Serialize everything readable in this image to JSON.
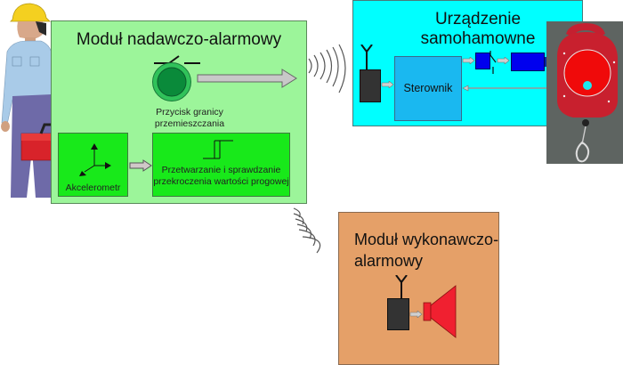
{
  "sender_module": {
    "title": "Moduł nadawczo-alarmowy",
    "button_label_line1": "Przycisk granicy",
    "button_label_line2": "przemieszczania",
    "accelerometer_label": "Akcelerometr",
    "processing_label_line1": "Przetwarzanie i sprawdzanie",
    "processing_label_line2": "przekroczenia wartości progowej",
    "colors": {
      "background": "#9cf59a",
      "subbox": "#18e91a",
      "button": "#0a8a3a"
    }
  },
  "brake_device": {
    "title_line1": "Urządzenie",
    "title_line2": "samohamowne",
    "controller_label": "Sterownik",
    "colors": {
      "background": "#00ffff",
      "controller": "#1ab8f0",
      "actuator": "#0000ee",
      "receiver": "#333333"
    }
  },
  "executive_module": {
    "title_line1": "Moduł wykonawczo-",
    "title_line2": "alarmowy",
    "colors": {
      "background": "#e5a068",
      "speaker": "#f02030",
      "receiver": "#333333"
    }
  },
  "icons": {
    "worker": "worker-illustration",
    "switch": "switch-icon",
    "axes": "accelerometer-axes-icon",
    "threshold": "threshold-step-icon",
    "antenna": "antenna-icon",
    "waves": "radio-waves-icon",
    "speaker": "speaker-icon",
    "photo": "fall-arrester-photo"
  }
}
